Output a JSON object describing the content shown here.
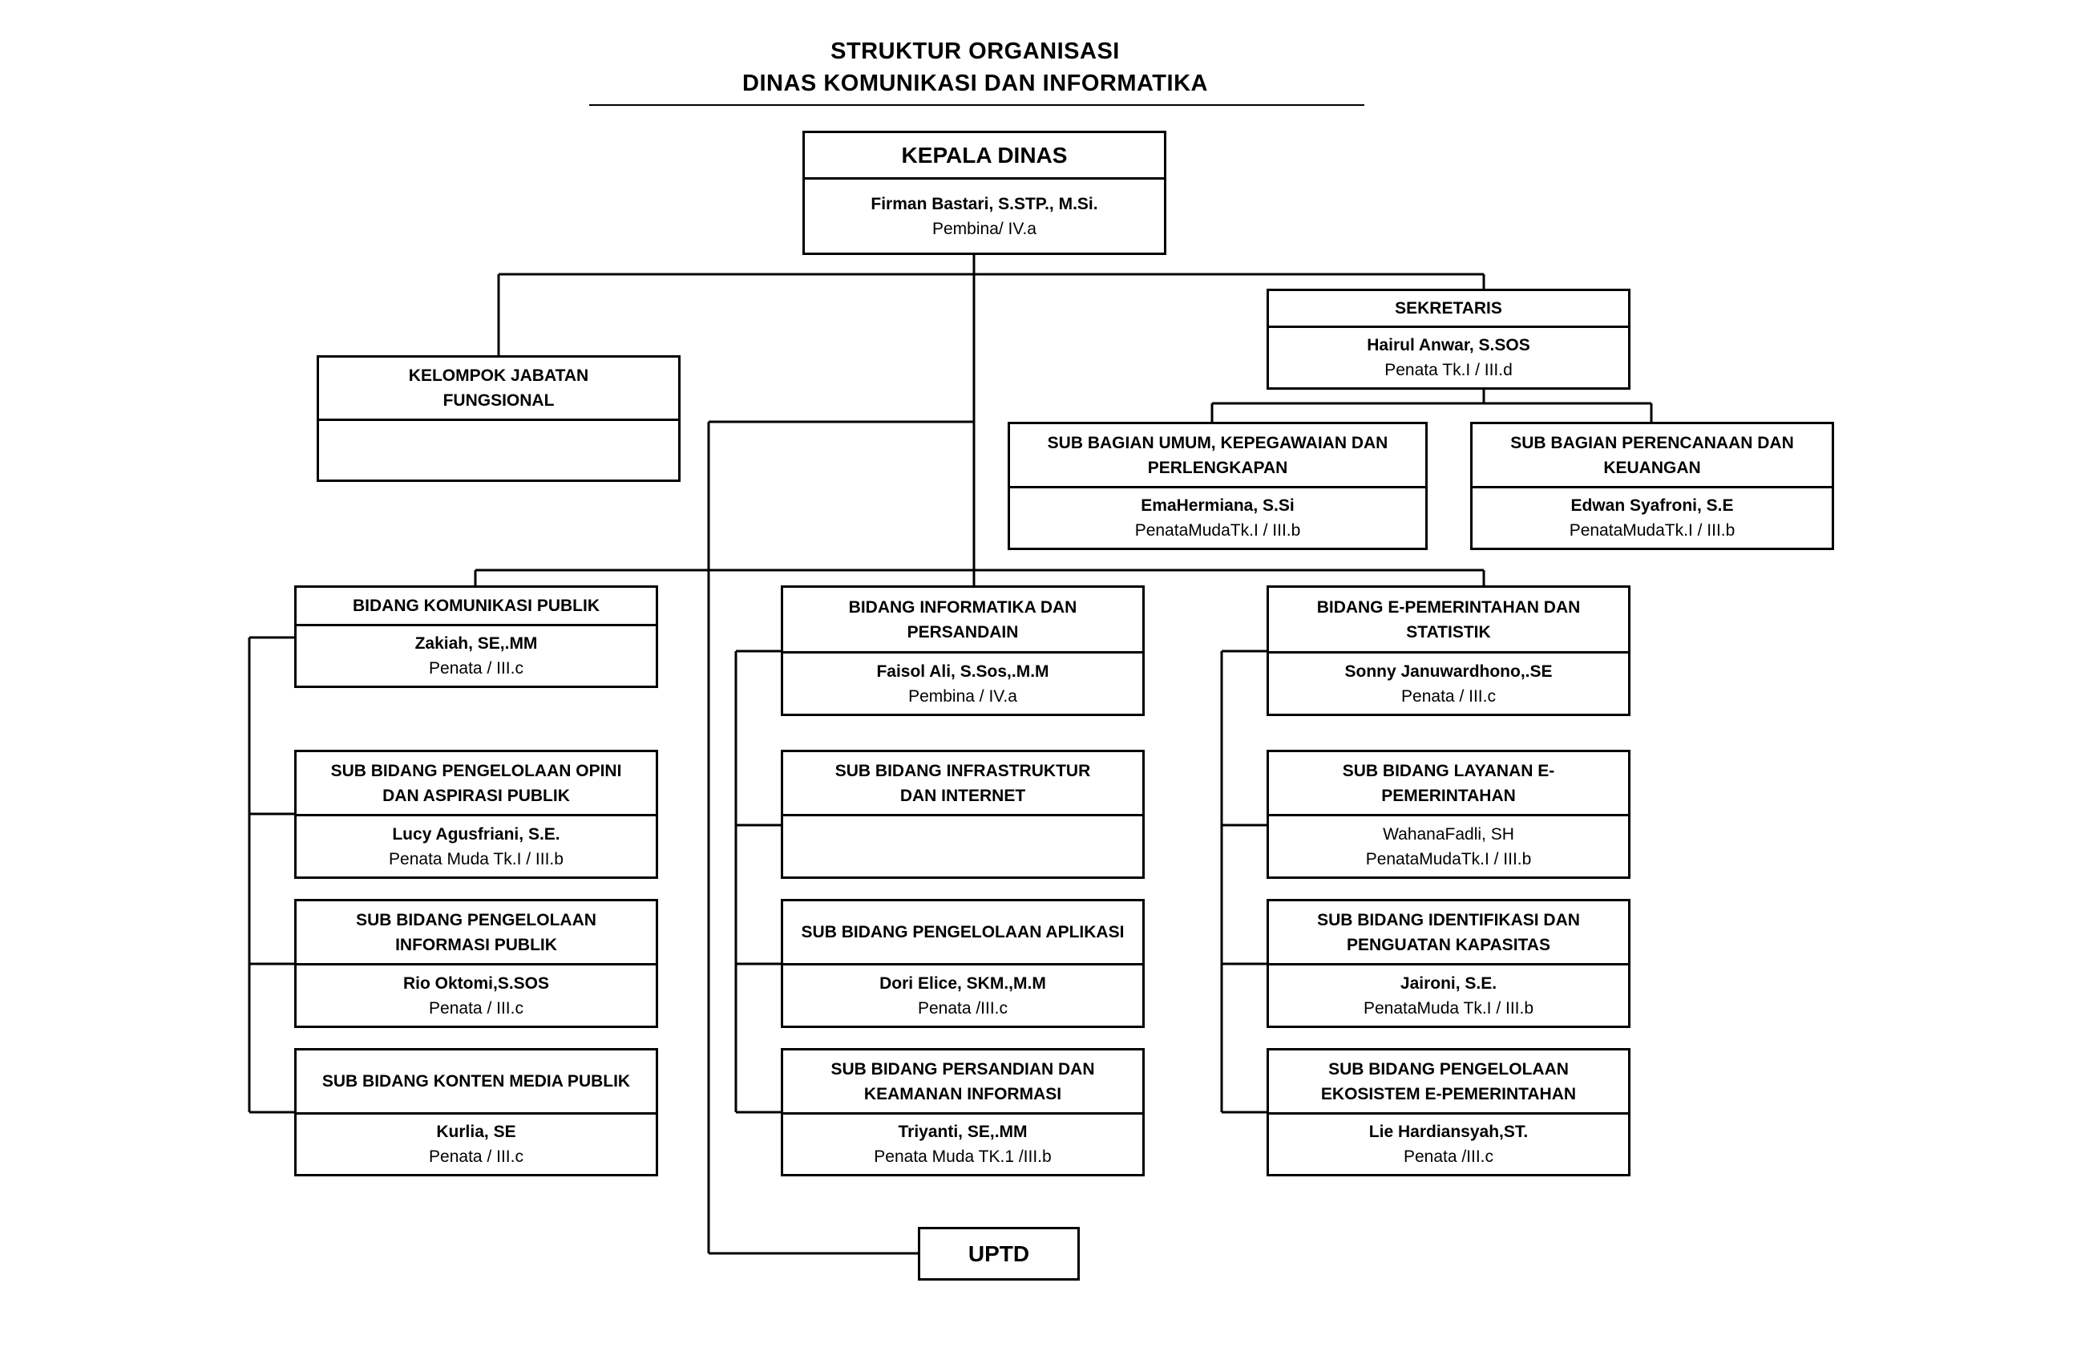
{
  "header": {
    "title_line1": "STRUKTUR ORGANISASI",
    "title_line2": "DINAS KOMUNIKASI DAN INFORMATIKA"
  },
  "kepala": {
    "title": "KEPALA DINAS",
    "name": "Firman Bastari, S.STP., M.Si.",
    "rank": "Pembina/ IV.a"
  },
  "fungsional": {
    "title": "KELOMPOK JABATAN FUNGSIONAL"
  },
  "sekretaris": {
    "title": "SEKRETARIS",
    "name": "Hairul Anwar, S.SOS",
    "rank": "Penata Tk.I / III.d"
  },
  "subbag_umum": {
    "title": "SUB BAGIAN UMUM, KEPEGAWAIAN DAN PERLENGKAPAN",
    "name": "EmaHermiana, S.Si",
    "rank": "PenataMudaTk.I / III.b"
  },
  "subbag_rencana": {
    "title": "SUB BAGIAN PERENCANAAN DAN KEUANGAN",
    "name": "Edwan Syafroni, S.E",
    "rank": "PenataMudaTk.I / III.b"
  },
  "bidang_kompub": {
    "title": "BIDANG KOMUNIKASI PUBLIK",
    "name": "Zakiah, SE,.MM",
    "rank": "Penata / III.c"
  },
  "sb_opini": {
    "title": "SUB BIDANG PENGELOLAAN OPINI DAN ASPIRASI PUBLIK",
    "name": "Lucy Agusfriani, S.E.",
    "rank": "Penata Muda Tk.I / III.b"
  },
  "sb_infopub": {
    "title": "SUB BIDANG PENGELOLAAN INFORMASI PUBLIK",
    "name": "Rio Oktomi,S.SOS",
    "rank": "Penata / III.c"
  },
  "sb_konten": {
    "title": "SUB BIDANG KONTEN MEDIA PUBLIK",
    "name": "Kurlia, SE",
    "rank": "Penata / III.c"
  },
  "bidang_info": {
    "title": "BIDANG INFORMATIKA DAN PERSANDAIN",
    "name": "Faisol Ali, S.Sos,.M.M",
    "rank": "Pembina / IV.a"
  },
  "sb_infra": {
    "title": "SUB BIDANG INFRASTRUKTUR DAN INTERNET"
  },
  "sb_aplikasi": {
    "title": "SUB BIDANG PENGELOLAAN APLIKASI",
    "name": "Dori Elice, SKM.,M.M",
    "rank": "Penata /III.c"
  },
  "sb_sandi": {
    "title": "SUB BIDANG PERSANDIAN DAN KEAMANAN INFORMASI",
    "name": "Triyanti, SE,.MM",
    "rank": "Penata Muda TK.1 /III.b"
  },
  "bidang_egov": {
    "title": "BIDANG E-PEMERINTAHAN DAN STATISTIK",
    "name": "Sonny Januwardhono,.SE",
    "rank": "Penata / III.c"
  },
  "sb_layanan": {
    "title": "SUB BIDANG LAYANAN E-PEMERINTAHAN",
    "name": "WahanaFadli, SH",
    "rank": "PenataMudaTk.I / III.b"
  },
  "sb_identifikasi": {
    "title": "SUB BIDANG IDENTIFIKASI DAN PENGUATAN KAPASITAS",
    "name": "Jaironi, S.E.",
    "rank": "PenataMuda Tk.I / III.b"
  },
  "sb_ekosistem": {
    "title": "SUB BIDANG PENGELOLAAN EKOSISTEM E-PEMERINTAHAN",
    "name": "Lie Hardiansyah,ST.",
    "rank": "Penata /III.c"
  },
  "uptd": {
    "title": "UPTD"
  }
}
